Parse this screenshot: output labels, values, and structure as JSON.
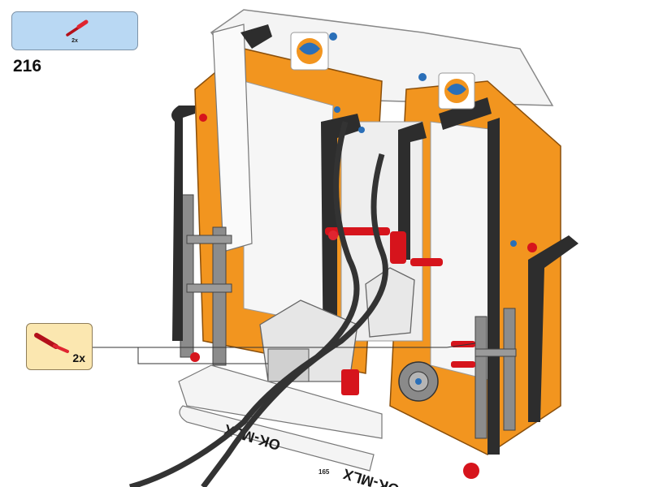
{
  "parts_needed": {
    "icon": "red-axle-pin-icon",
    "quantity": "2x",
    "color": "#d6141c",
    "background": "#b9d8f3"
  },
  "step": {
    "number": "216"
  },
  "callout": {
    "icon": "red-axle-pin-icon",
    "quantity": "2x",
    "background": "#fbe7b0"
  },
  "model": {
    "sticker_text_top": "OK-MLX",
    "sticker_text_bottom": "OK-MLX",
    "part_label": "165",
    "frame_color": "#f2951f",
    "beam_dark": "#2d2d2d",
    "beam_light": "#f4f4f4",
    "pin_red": "#d6141c"
  }
}
